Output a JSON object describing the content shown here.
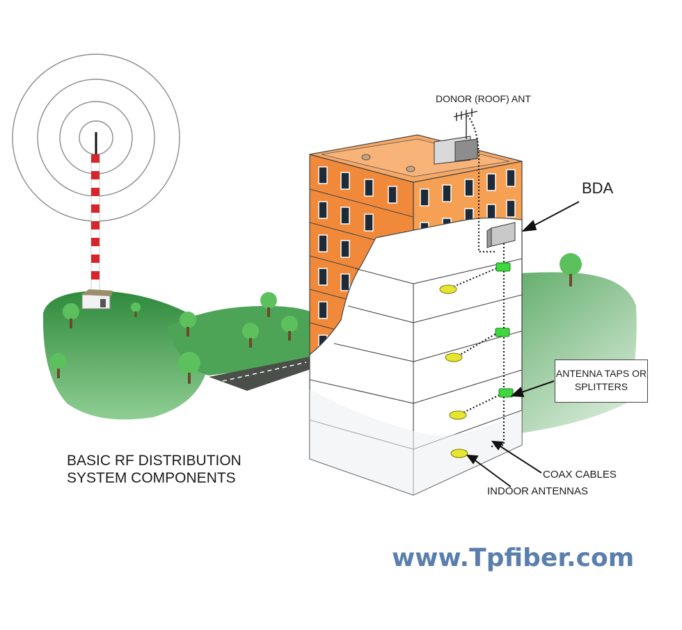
{
  "labels": {
    "donor_antenna": "DONOR (ROOF) ANT",
    "bda": "BDA",
    "antenna_taps": "ANTENNA TAPS OR SPLITTERS",
    "coax_cables": "COAX CABLES",
    "indoor_antennas": "INDOOR ANTENNAS",
    "title": "BASIC RF DISTRIBUTION SYSTEM COMPONENTS"
  },
  "watermark": "www.Tpfiber.com",
  "colors": {
    "building_orange": "#f08a3a",
    "grass_green": "#3f9a4a",
    "tower_red": "#d8252c",
    "antenna_yellow": "#e6e62e",
    "splitter_green": "#3fd63f",
    "watermark_blue": "#5b7fad"
  }
}
